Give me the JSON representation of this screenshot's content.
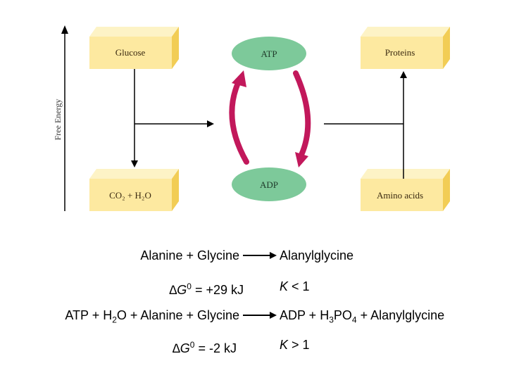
{
  "diagram": {
    "axis_label": "Free Energy",
    "boxes": {
      "glucose": "Glucose",
      "co2_h2o": "CO₂ + H₂O",
      "proteins": "Proteins",
      "amino_acids": "Amino acids"
    },
    "ovals": {
      "atp": "ATP",
      "adp": "ADP"
    }
  },
  "reaction1": {
    "reactants": "Alanine + Glycine",
    "product": "Alanylglycine",
    "delta_g_symbol": "∆G",
    "delta_g_sup": "0",
    "delta_g_value": " = +29 kJ",
    "k_symbol": "K",
    "k_value": " < 1"
  },
  "reaction2": {
    "reactants_a": "ATP + H",
    "reactants_sub": "2",
    "reactants_b": "O + Alanine + Glycine",
    "product_a": "ADP + H",
    "product_sub1": "3",
    "product_b": "PO",
    "product_sub2": "4",
    "product_c": " + Alanylglycine",
    "delta_g_symbol": "∆G",
    "delta_g_sup": "0",
    "delta_g_value": " = -2 kJ",
    "k_symbol": "K",
    "k_value": " > 1"
  },
  "colors": {
    "box_front": "#fde9a0",
    "box_top": "#fdf3c6",
    "box_side": "#f2cd55",
    "oval": "#7dc99a",
    "cycle_arrow": "#c2185b"
  }
}
